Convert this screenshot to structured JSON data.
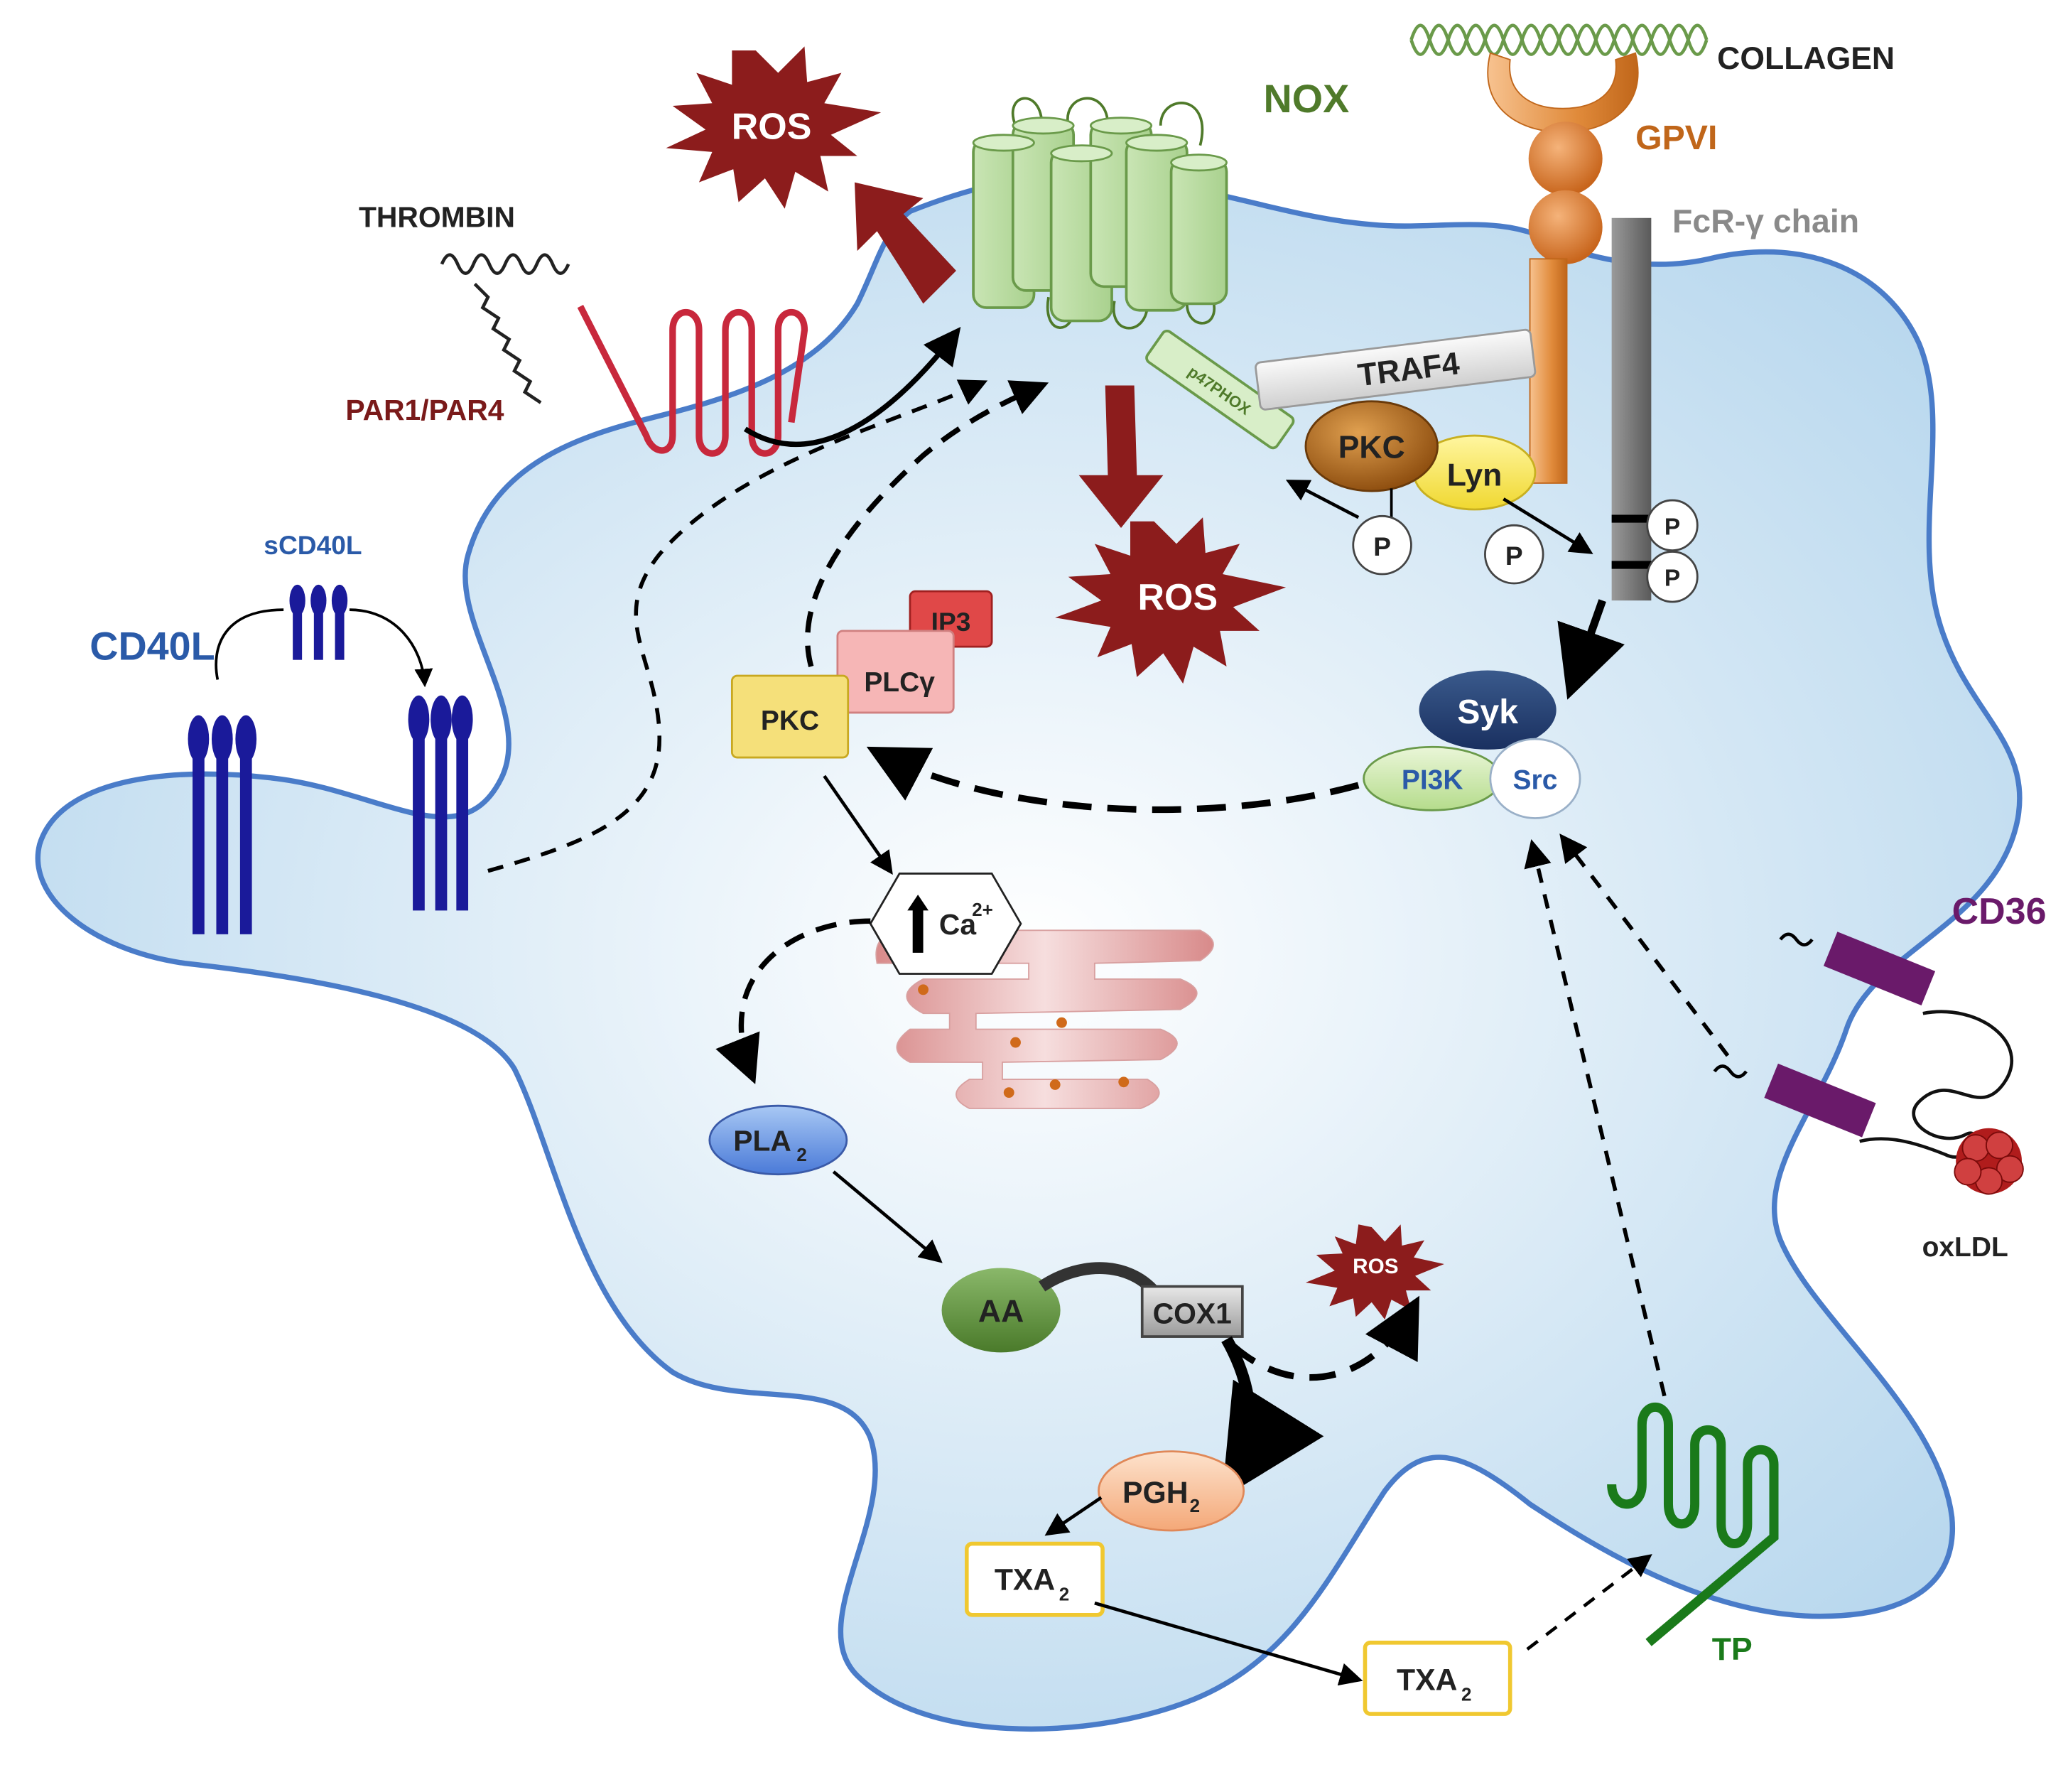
{
  "labels": {
    "ros_top": "ROS",
    "ros_mid": "ROS",
    "ros_small": "ROS",
    "nox": "NOX",
    "collagen": "COLLAGEN",
    "gpvi": "GPVI",
    "fcr": "FcR-γ chain",
    "thrombin": "THROMBIN",
    "par": "PAR1/PAR4",
    "traf4": "TRAF4",
    "p47": "p47PHOX",
    "pkc_orange": "PKC",
    "lyn": "Lyn",
    "p": "P",
    "scd40l": "sCD40L",
    "cd40l": "CD40L",
    "ip3": "IP3",
    "plcg": "PLCγ",
    "pkc_yellow": "PKC",
    "syk": "Syk",
    "pi3k": "PI3K",
    "src": "Src",
    "ca": "Ca",
    "ca_sup": "2+",
    "cd36": "CD36",
    "oxldl": "oxLDL",
    "pla": "PLA",
    "pla_sub": "2",
    "aa": "AA",
    "cox1": "COX1",
    "pgh": "PGH",
    "pgh_sub": "2",
    "txa": "TXA",
    "txa_sub": "2",
    "tp": "TP"
  },
  "colors": {
    "cell_fill": "#cfe4f2",
    "cell_stroke": "#4a7cc9",
    "ros": "#8c1c1c",
    "arrow_red": "#8c1c1c",
    "nox_green": "#4f7a2a",
    "gpvi": "#c0661a",
    "fcr": "#8a8a8a",
    "par": "#c8283c",
    "cd40": "#1a1a9a",
    "cd36": "#6a1a6a",
    "tp": "#1a7a1a"
  }
}
